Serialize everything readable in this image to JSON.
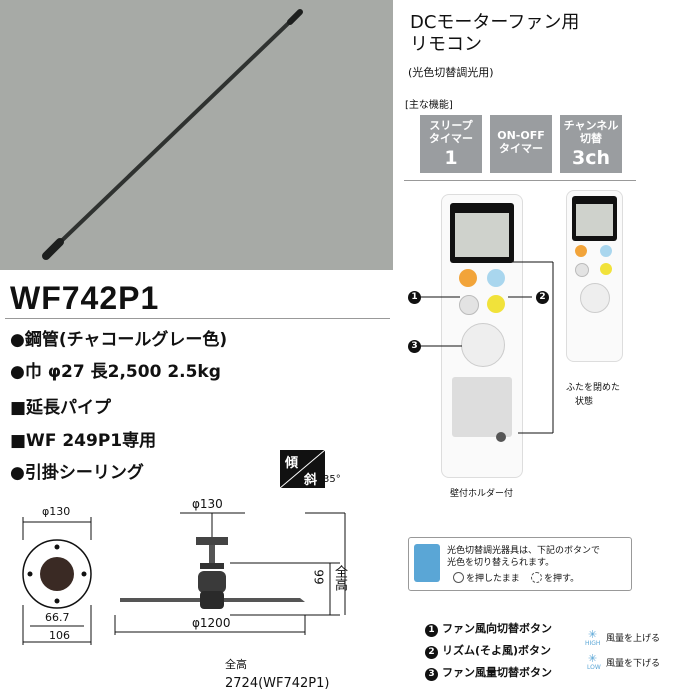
{
  "product": {
    "model": "WF742P1",
    "specs": [
      "●鋼管(チャコールグレー色)",
      "●巾 φ27  長2,500  2.5kg",
      "■延長パイプ",
      "■WF 249P1専用",
      "●引掛シーリング"
    ],
    "tilt_badge": {
      "top": "傾",
      "bottom": "斜",
      "angle": "35°"
    }
  },
  "drawing": {
    "canopy_dia": "φ130",
    "inner_dims": [
      "66.7",
      "106"
    ],
    "motor_dia": "φ130",
    "blade_dia": "φ1200",
    "height_dim": "66",
    "total_label": "全高",
    "total_height": "全高",
    "total_value": "2724(WF742P1)"
  },
  "remote": {
    "title_line1": "DCモーターファン用",
    "title_line2": "リモコン",
    "subtitle": "(光色切替調光用)",
    "features_heading": "[主な機能]",
    "features": [
      {
        "line1": "スリープ",
        "line2": "タイマー",
        "big": "1"
      },
      {
        "line1": "ON-OFF",
        "line2": "タイマー",
        "big": ""
      },
      {
        "line1": "チャンネル",
        "line2": "切替",
        "big": "3ch"
      }
    ],
    "callouts": [
      "1",
      "2",
      "3"
    ],
    "holder_caption": "壁付ホルダー付",
    "closed_caption_1": "ふたを閉めた",
    "closed_caption_2": "状態",
    "note_line1": "光色切替調光器具は、下記のボタンで",
    "note_line2": "光色を切り替えられます。",
    "note_line3": "を押したまま",
    "note_line4": "を押す。",
    "legend": [
      {
        "num": "1",
        "text": "ファン風向切替ボタン"
      },
      {
        "num": "2",
        "text": "リズム(そよ風)ボタン"
      },
      {
        "num": "3",
        "text": "ファン風量切替ボタン"
      }
    ],
    "air_legend": [
      {
        "tag": "HIGH",
        "text": "風量を上げる"
      },
      {
        "tag": "LOW",
        "text": "風量を下げる"
      }
    ]
  }
}
